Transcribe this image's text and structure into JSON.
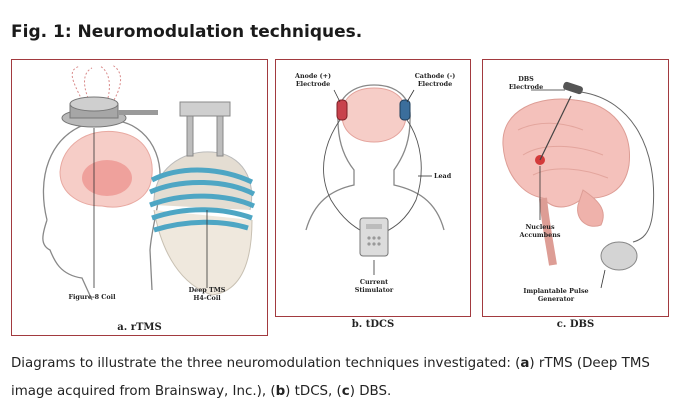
{
  "figure": {
    "title": "Fig. 1: Neuromodulation techniques."
  },
  "panels": {
    "rtms": {
      "label": "a. rTMS",
      "coil_left": "Figure-8 Coil",
      "coil_right_line1": "Deep TMS",
      "coil_right_line2": "H4-Coil"
    },
    "tdcs": {
      "label": "b. tDCS",
      "anode_line1": "Anode (+)",
      "anode_line2": "Electrode",
      "cathode_line1": "Cathode (-)",
      "cathode_line2": "Electrode",
      "lead": "Lead",
      "stimulator_line1": "Current",
      "stimulator_line2": "Stimulator"
    },
    "dbs": {
      "label": "c. DBS",
      "electrode_line1": "DBS",
      "electrode_line2": "Electrode",
      "nucleus_line1": "Nucleus",
      "nucleus_line2": "Accumbens",
      "generator_line1": "Implantable Pulse",
      "generator_line2": "Generator"
    }
  },
  "caption": {
    "intro": "Diagrams to illustrate the three neuromodulation techniques investigated: (",
    "a": "a",
    "a_text": ") rTMS (Deep TMS image acquired from Brainsway, Inc.), (",
    "b": "b",
    "b_text": ") tDCS, (",
    "c": "c",
    "c_text": ") DBS."
  },
  "colors": {
    "panel_border": "#a23a3f",
    "brain_pink": "#f2b7b0",
    "coil_blue": "#4ea6c4",
    "anode_red": "#c8424c",
    "cathode_blue": "#3b6e9c",
    "nucleus_red": "#d33a3a"
  }
}
